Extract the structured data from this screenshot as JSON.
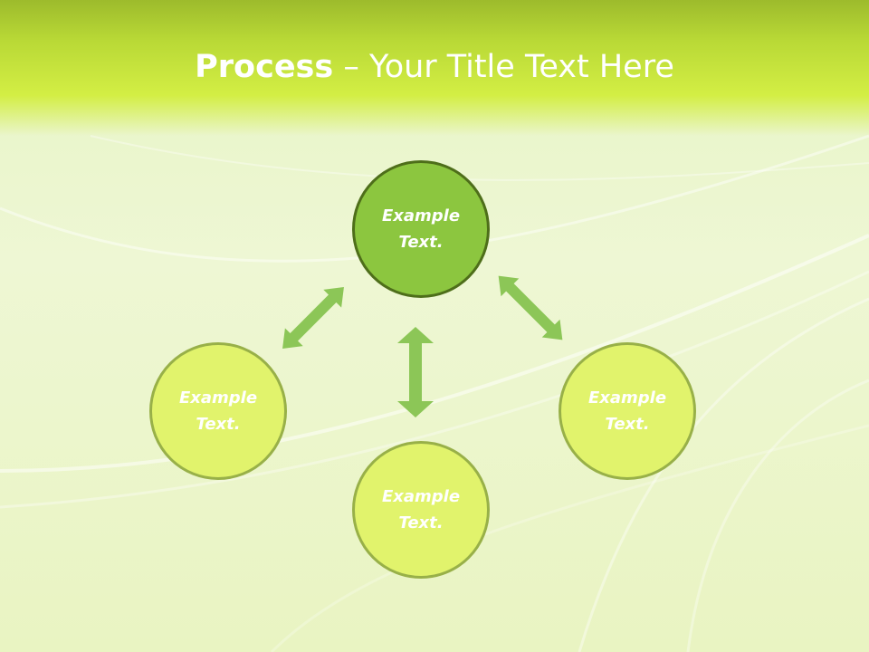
{
  "header": {
    "title_strong": "Process",
    "title_rest": " – Your Title Text Here"
  },
  "diagram": {
    "nodes": [
      {
        "id": "top",
        "label": "Example\nText."
      },
      {
        "id": "left",
        "label": "Example\nText."
      },
      {
        "id": "bottom",
        "label": "Example\nText."
      },
      {
        "id": "right",
        "label": "Example\nText."
      }
    ]
  },
  "colors": {
    "header_top": "#9dbb2c",
    "header_bottom": "#d3ee44",
    "main_node": "#8cc63f",
    "sub_node": "#e1f36c",
    "arrow": "#8cc657"
  }
}
